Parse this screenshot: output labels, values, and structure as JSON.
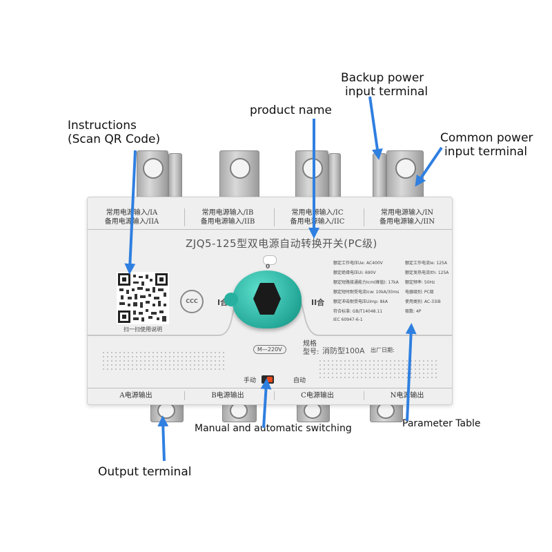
{
  "callouts": {
    "instructions": "Instructions",
    "instructions_sub": "(Scan QR Code)",
    "product_name": "product name",
    "backup_power": "Backup power",
    "backup_power_sub": "input terminal",
    "common_power": "Common power",
    "common_power_sub": "input terminal",
    "manual_auto": "Manual and automatic switching",
    "parameter_table": "Parameter Table",
    "output_terminal": "Output terminal"
  },
  "device": {
    "title": "ZJQ5-125型双电源自动转换开关(PC级)",
    "input_labels": [
      {
        "line1": "常用电源输入/IA",
        "line2": "备用电源输入/IIA"
      },
      {
        "line1": "常用电源输入/IB",
        "line2": "备用电源输入/IIB"
      },
      {
        "line1": "常用电源输入/IC",
        "line2": "备用电源输入/IIC"
      },
      {
        "line1": "常用电源输入/IN",
        "line2": "备用电源输入/IIN"
      }
    ],
    "output_labels": [
      "A电源输出",
      "B电源输出",
      "C电源输出",
      "N电源输出"
    ],
    "qr_caption": "扫一扫使用说明",
    "ccc": "CCC",
    "pos_one": "I合",
    "pos_two": "II合",
    "pos_zero": "0",
    "voltage_badge": "M—220V",
    "spec_label_1": "规格",
    "spec_label_2": "型号:",
    "spec_value": "消防型100A",
    "date_label": "出厂日期:",
    "switch_manual": "手动",
    "switch_auto": "自动",
    "params_left": [
      "额定工作电压Ue: AC400V",
      "额定绝缘电压Ui: 690V",
      "额定短路接通能力Icm(峰值): 17kA",
      "额定短时耐受电流Icw: 10kA/30ms",
      "额定冲击耐受电压Uimp: 8kA",
      "符合标准: GB/T14048.11",
      "IEC 60947-6-1"
    ],
    "params_right": [
      "额定工作电流Ie: 125A",
      "额定发热电流Ith: 125A",
      "额定频率: 50Hz",
      "电器级别: PC级",
      "使用类别: AC-33iB",
      "极数: 4P"
    ]
  }
}
